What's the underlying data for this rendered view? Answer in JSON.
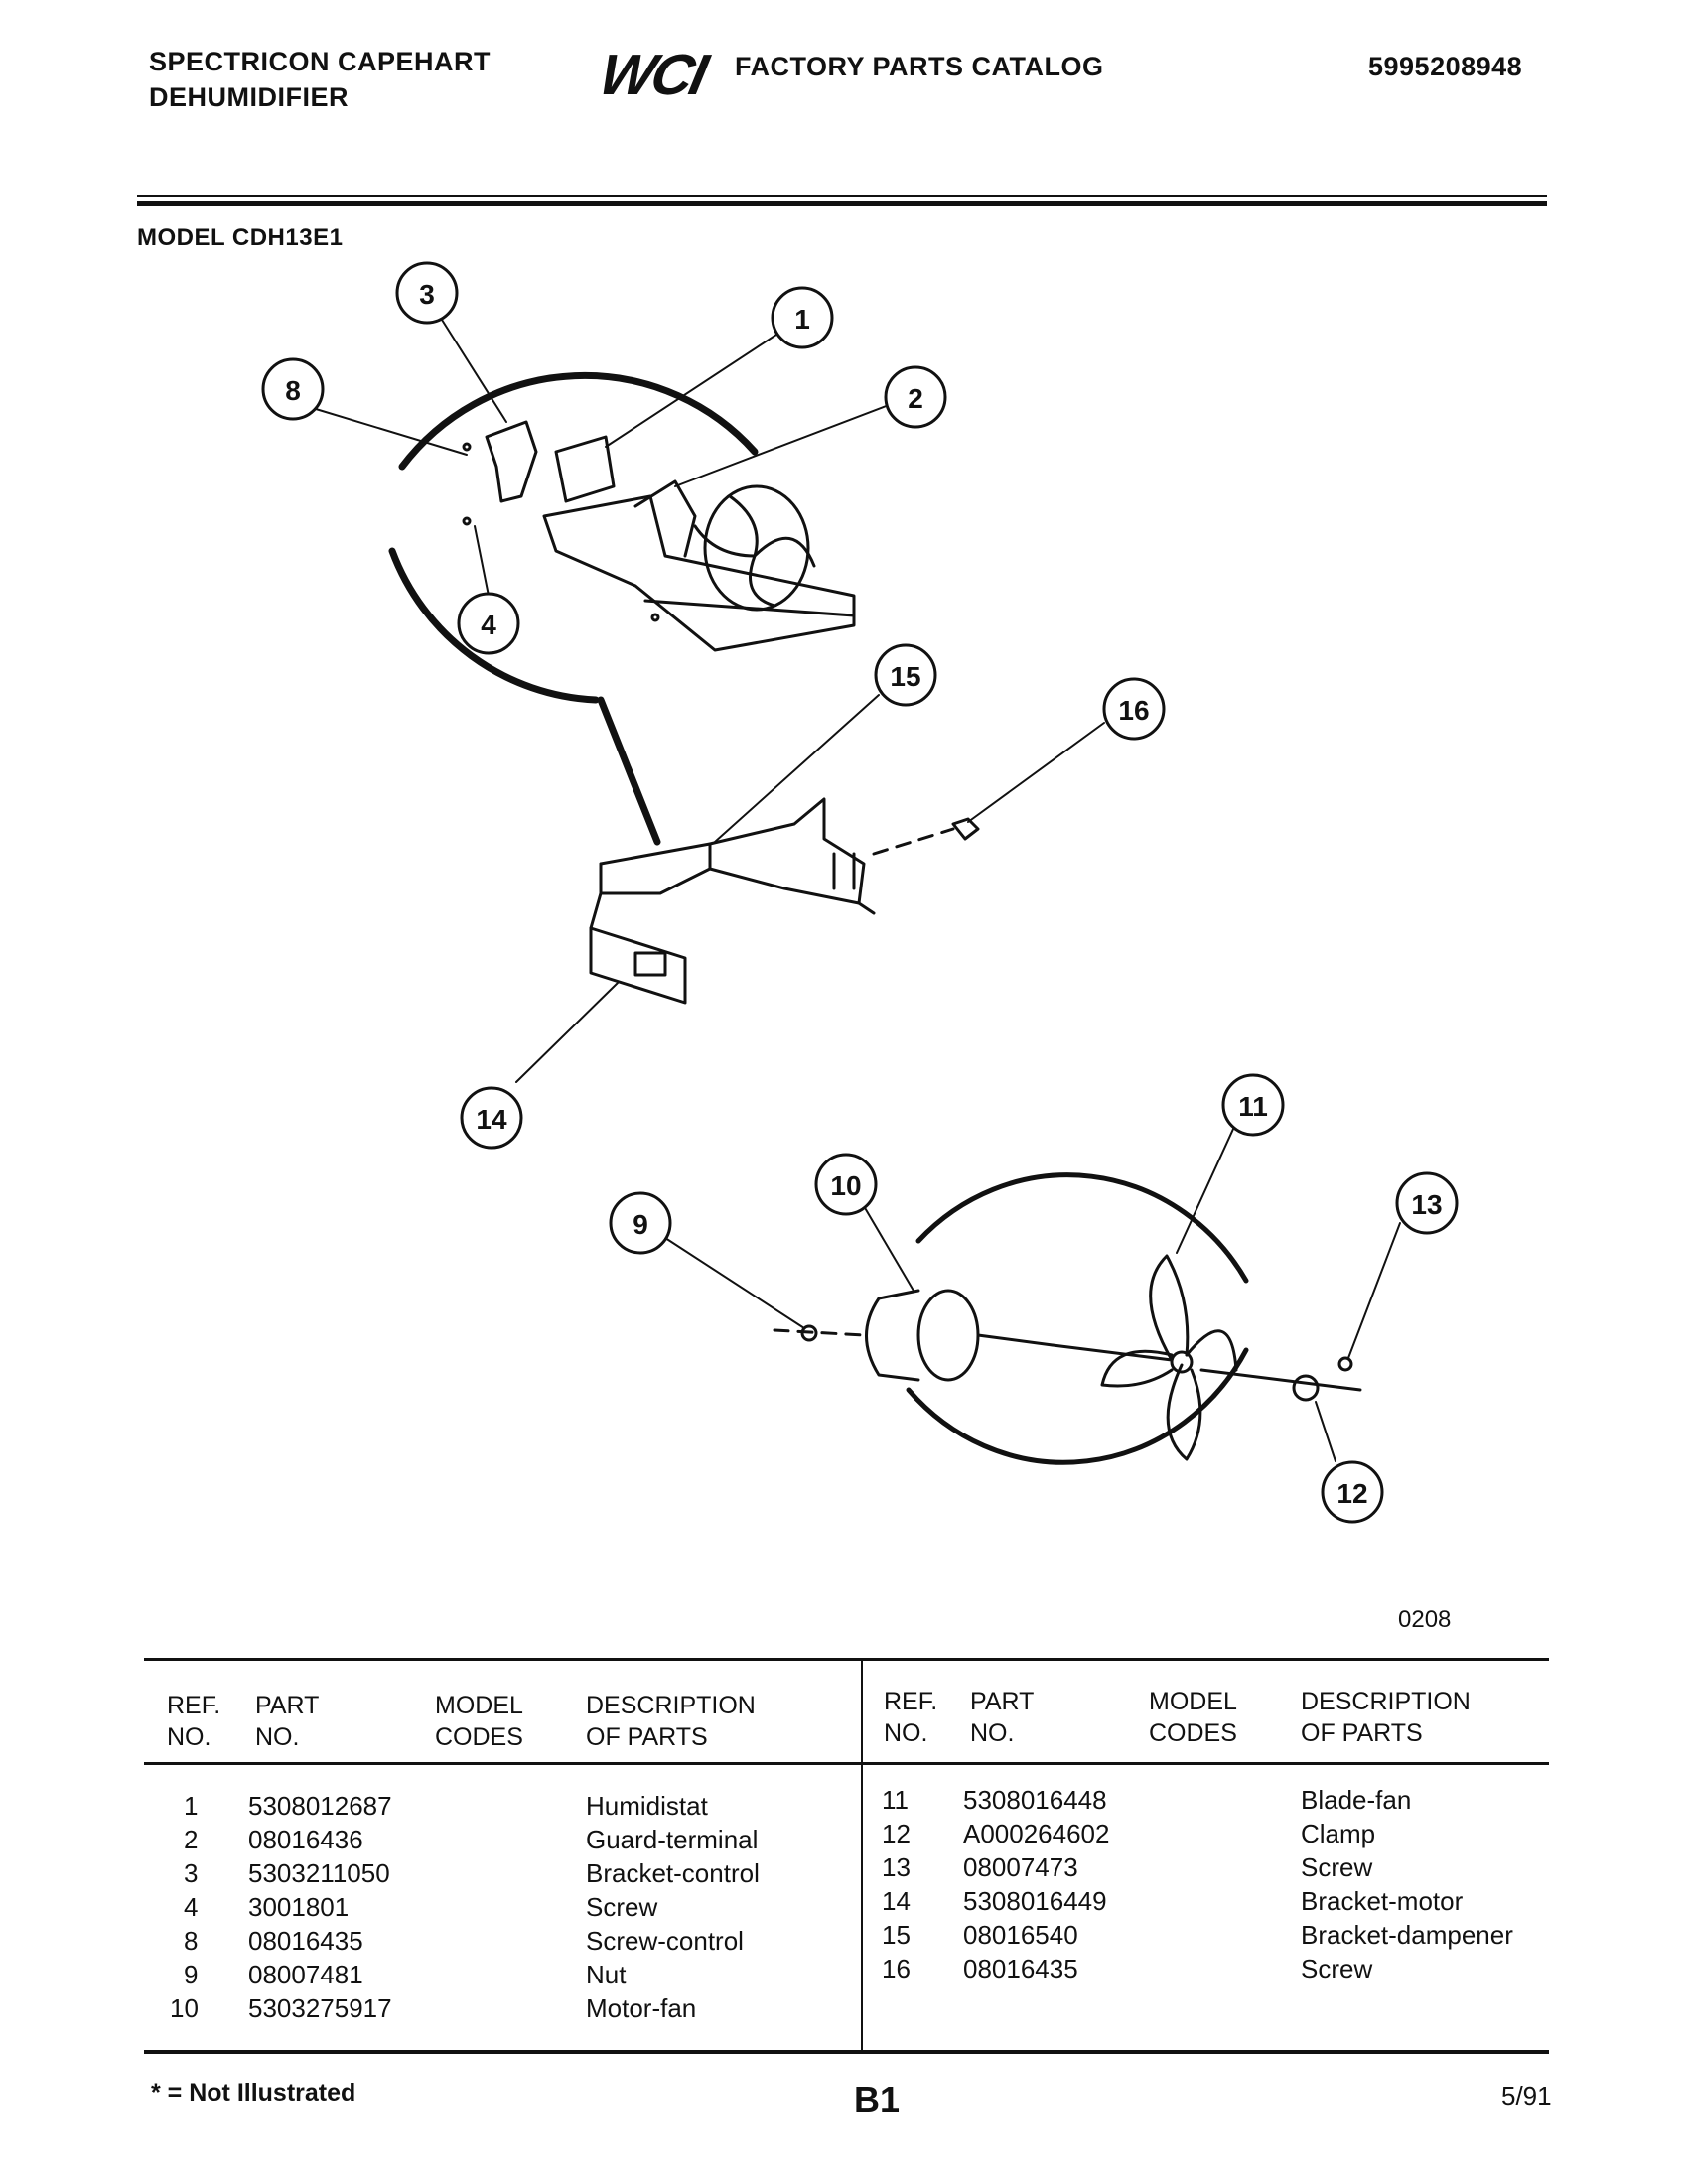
{
  "header": {
    "brand_line1": "SPECTRICON CAPEHART",
    "brand_line2": "DEHUMIDIFIER",
    "logo": "WCI",
    "catalog_title": "FACTORY PARTS CATALOG",
    "catalog_number": "5995208948"
  },
  "model_label": "MODEL CDH13E1",
  "diagram": {
    "callouts": [
      "1",
      "2",
      "3",
      "4",
      "8",
      "9",
      "10",
      "11",
      "12",
      "13",
      "14",
      "15",
      "16"
    ],
    "figure_code": "0208"
  },
  "table": {
    "headers": {
      "ref_l1": "REF.",
      "ref_l2": "NO.",
      "part_l1": "PART",
      "part_l2": "NO.",
      "model_l1": "MODEL",
      "model_l2": "CODES",
      "desc_l1": "DESCRIPTION",
      "desc_l2": "OF PARTS"
    },
    "left": [
      {
        "ref": "1",
        "part": "5308012687",
        "desc": "Humidistat"
      },
      {
        "ref": "2",
        "part": "08016436",
        "desc": "Guard-terminal"
      },
      {
        "ref": "3",
        "part": "5303211050",
        "desc": "Bracket-control"
      },
      {
        "ref": "4",
        "part": "3001801",
        "desc": "Screw"
      },
      {
        "ref": "8",
        "part": "08016435",
        "desc": "Screw-control"
      },
      {
        "ref": "9",
        "part": "08007481",
        "desc": "Nut"
      },
      {
        "ref": "10",
        "part": "5303275917",
        "desc": "Motor-fan"
      }
    ],
    "right": [
      {
        "ref": "11",
        "part": "5308016448",
        "desc": "Blade-fan"
      },
      {
        "ref": "12",
        "part": "A000264602",
        "desc": "Clamp"
      },
      {
        "ref": "13",
        "part": "08007473",
        "desc": "Screw"
      },
      {
        "ref": "14",
        "part": "5308016449",
        "desc": "Bracket-motor"
      },
      {
        "ref": "15",
        "part": "08016540",
        "desc": "Bracket-dampener"
      },
      {
        "ref": "16",
        "part": "08016435",
        "desc": "Screw"
      }
    ]
  },
  "footer": {
    "note": "* = Not Illustrated",
    "page_id": "B1",
    "date": "5/91"
  }
}
